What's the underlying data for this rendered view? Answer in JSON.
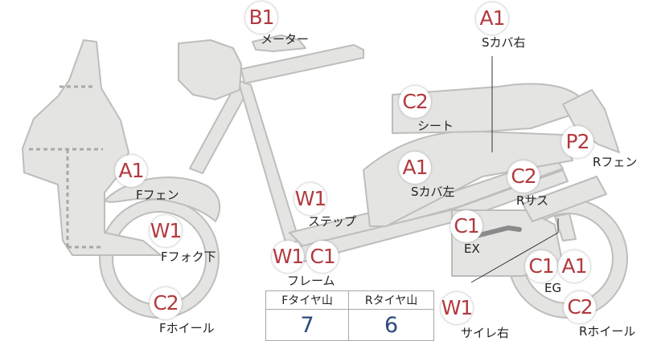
{
  "colors": {
    "body_fill": "#e4e4e2",
    "body_stroke": "#bdbdbb",
    "marker_text": "#b23a3f",
    "table_value": "#2c4a7a"
  },
  "parts": [
    {
      "code": "B1",
      "label": "メーター"
    },
    {
      "code": "A1",
      "label": "Sカバ右"
    },
    {
      "code": "C2",
      "label": "シート"
    },
    {
      "code": "P2",
      "label": "Rフェン"
    },
    {
      "code": "A1",
      "label": "Fフェン"
    },
    {
      "code": "A1",
      "label": "Sカバ左"
    },
    {
      "code": "C2",
      "label": "Rサス"
    },
    {
      "code": "W1",
      "label": "ステップ"
    },
    {
      "code": "W1",
      "label": "Fフォク下"
    },
    {
      "code": "C1",
      "label": "EX"
    },
    {
      "code": "W1",
      "label": ""
    },
    {
      "code": "C1",
      "label": "フレーム"
    },
    {
      "code": "C1",
      "label": ""
    },
    {
      "code": "A1",
      "label": ""
    },
    {
      "code": "EG_TEXT",
      "label": "EG"
    },
    {
      "code": "C2",
      "label": "Fホイール"
    },
    {
      "code": "W1",
      "label": "サイレ右"
    },
    {
      "code": "C2",
      "label": "Rホイール"
    }
  ],
  "tread_table": {
    "headers": [
      "Fタイヤ山",
      "Rタイヤ山"
    ],
    "values": [
      "7",
      "6"
    ]
  }
}
